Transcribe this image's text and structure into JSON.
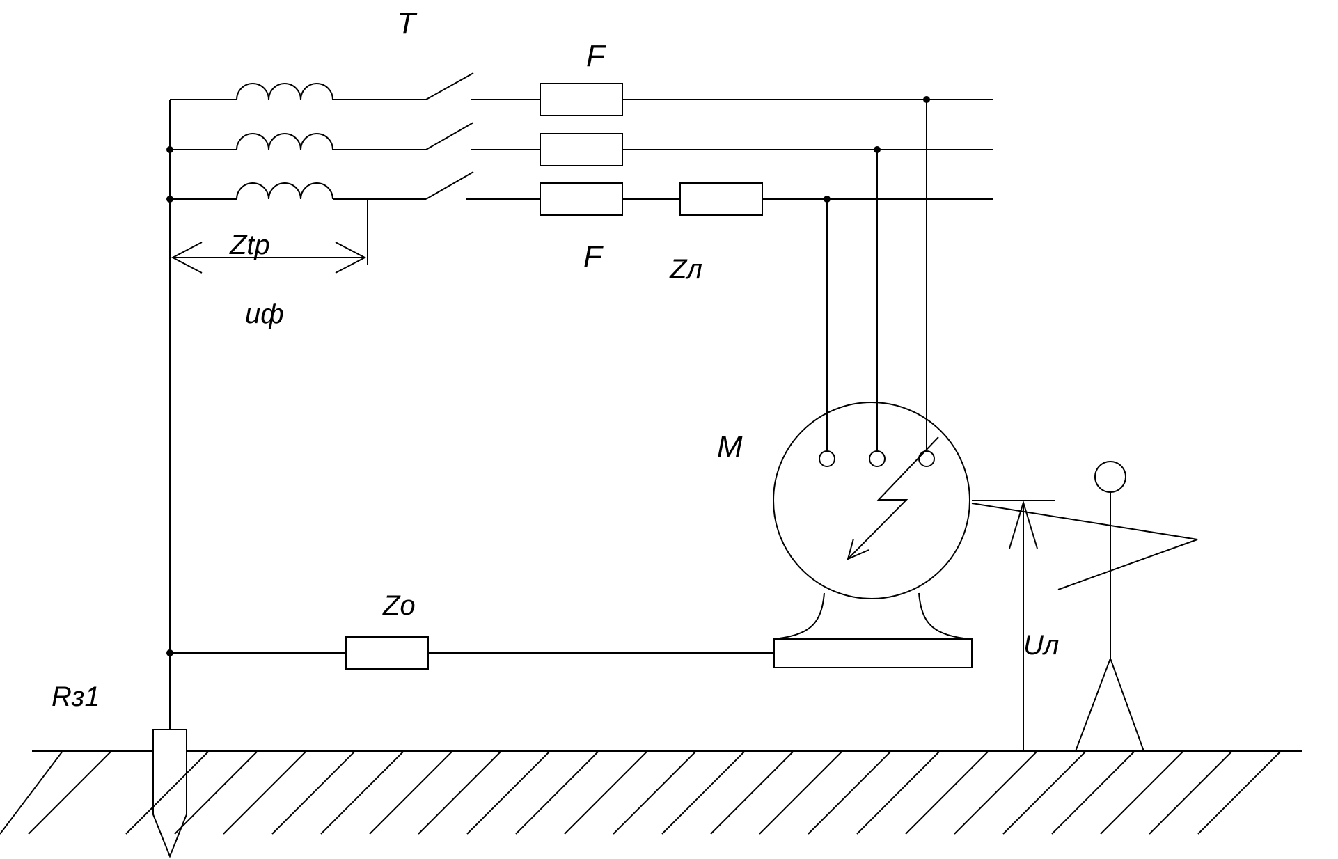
{
  "labels": {
    "transformer": "T",
    "fuse_top": "F",
    "fuse_bottom": "F",
    "z_transformer": "Ztр",
    "z_line": "Zл",
    "u_phase": "uф",
    "motor": "M",
    "z_neutral": "Zо",
    "u_touch": "Uл",
    "r_ground": "Rз1"
  },
  "colors": {
    "stroke": "#000000",
    "background": "#ffffff"
  }
}
